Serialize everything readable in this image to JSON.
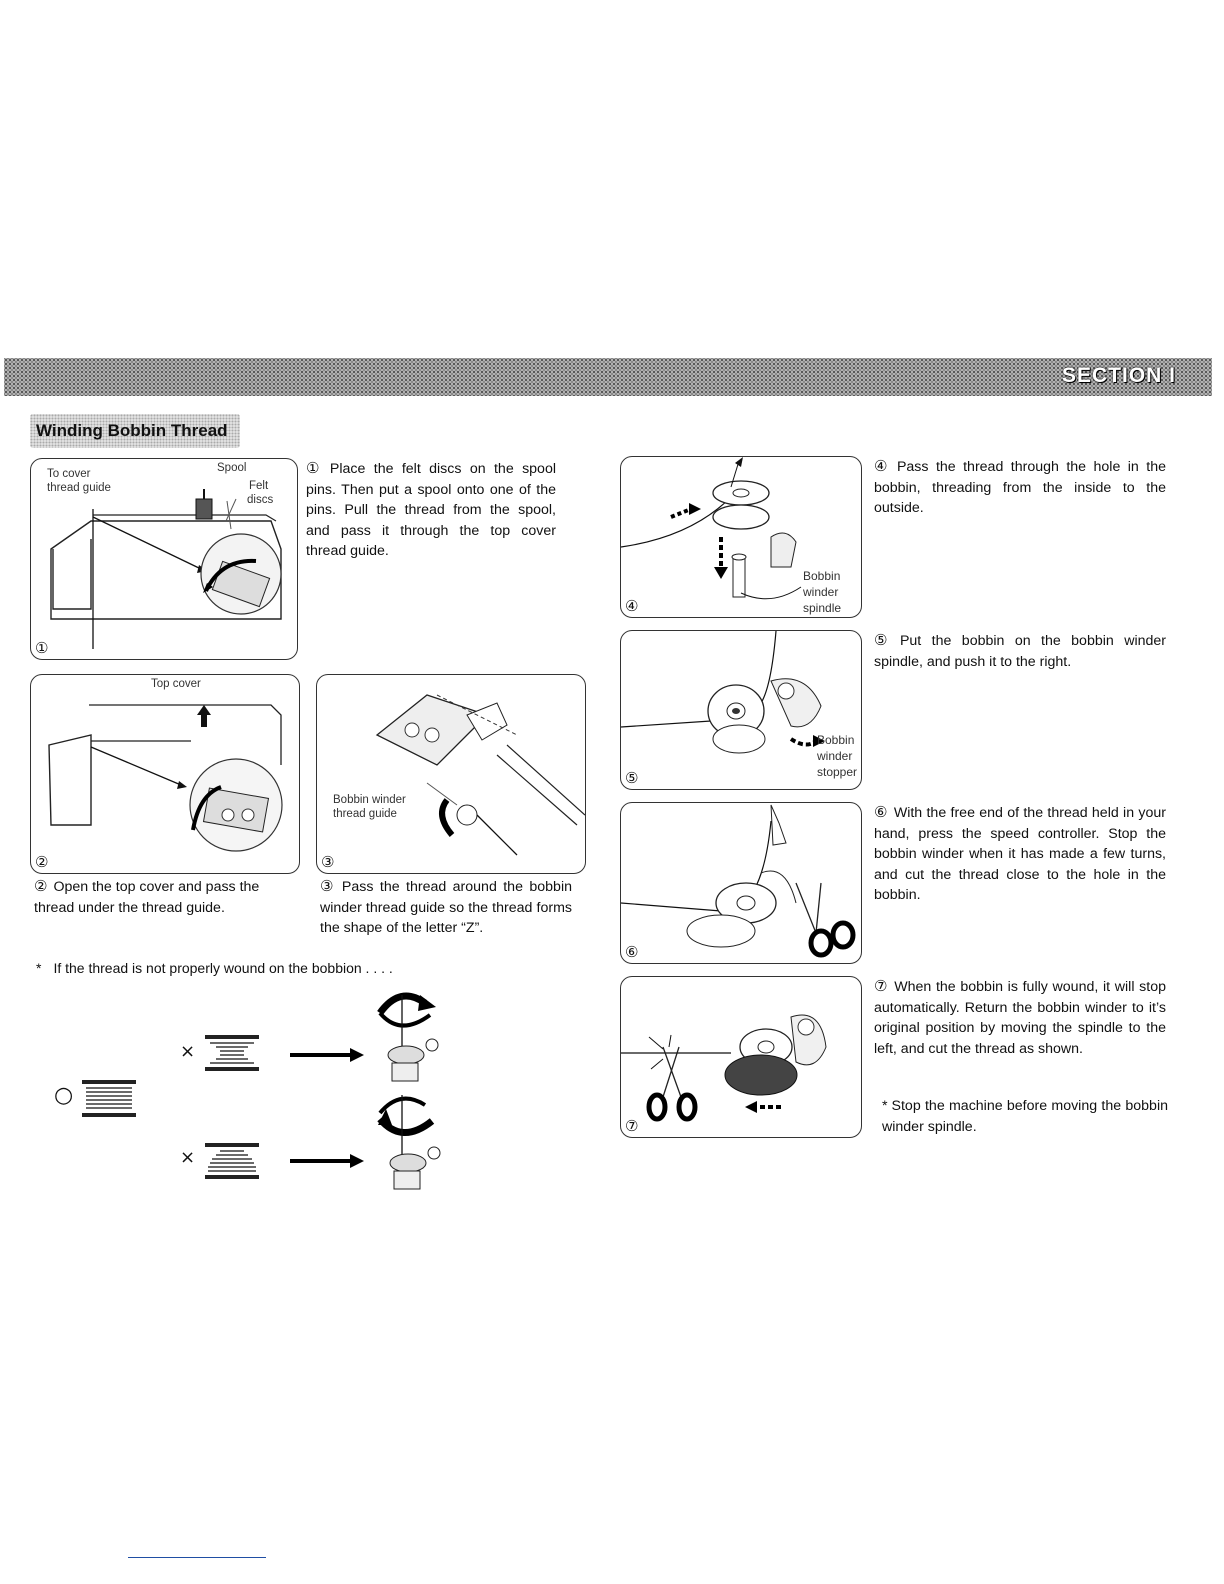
{
  "header": {
    "section_label": "SECTION I"
  },
  "page_title": "Winding Bobbin Thread",
  "figures": {
    "fig1": {
      "number": "①",
      "callouts": [
        "To cover",
        "thread guide",
        "Spool",
        "Felt",
        "discs"
      ]
    },
    "fig2": {
      "number": "②",
      "callouts": [
        "Top cover"
      ]
    },
    "fig3": {
      "number": "③",
      "callouts": [
        "Bobbin winder",
        "thread guide"
      ]
    },
    "fig4": {
      "number": "④",
      "callouts": [
        "Bobbin",
        "winder",
        "spindle"
      ]
    },
    "fig5": {
      "number": "⑤",
      "callouts": [
        "Bobbin",
        "winder",
        "stopper"
      ]
    },
    "fig6": {
      "number": "⑥"
    },
    "fig7": {
      "number": "⑦"
    }
  },
  "steps": {
    "s1": {
      "mark": "①",
      "text": "Place the felt discs on the spool pins. Then put a spool onto one of the pins. Pull the thread from the spool, and pass it through the top cover thread guide."
    },
    "s2": {
      "mark": "②",
      "text": "Open the top cover and pass the thread under the thread guide."
    },
    "s3": {
      "mark": "③",
      "text": "Pass the thread around the bobbin winder thread guide so the thread forms the shape of the letter “Z”."
    },
    "s4": {
      "mark": "④",
      "text": "Pass the thread through the hole in the bobbin, threading from the inside to the outside."
    },
    "s5": {
      "mark": "⑤",
      "text": "Put the bobbin on the bobbin winder spindle, and push it to the right."
    },
    "s6": {
      "mark": "⑥",
      "text": "With the free end of the thread held in your hand, press the speed controller. Stop the bobbin winder when it has made a few turns, and cut the thread close to the hole in the bobbin."
    },
    "s7": {
      "mark": "⑦",
      "text": "When the bobbin is fully wound, it will stop automatically. Return the bobbin winder to it’s original position by moving the spindle to the left, and cut the thread as shown."
    }
  },
  "notes": {
    "improper_wind": {
      "star": "*",
      "text": "If the thread is not properly wound on the bobbion . . . ."
    },
    "stop_machine": {
      "star": "*",
      "text": "Stop the machine before moving the bobbin winder spindle."
    }
  },
  "wind_examples": {
    "correct": "○",
    "wrong": "×"
  }
}
